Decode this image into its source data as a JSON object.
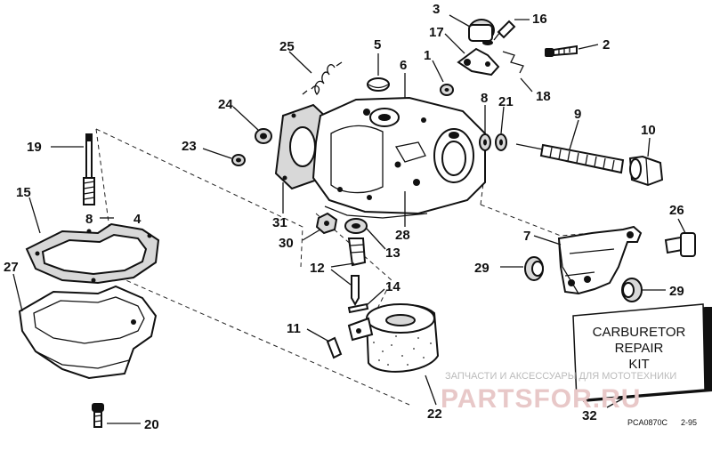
{
  "callouts": [
    "1",
    "2",
    "3",
    "4",
    "5",
    "6",
    "7",
    "8",
    "8",
    "9",
    "10",
    "11",
    "12",
    "13",
    "14",
    "15",
    "16",
    "17",
    "18",
    "19",
    "20",
    "21",
    "22",
    "23",
    "24",
    "25",
    "26",
    "27",
    "28",
    "29",
    "29",
    "30",
    "31",
    "32"
  ],
  "kit_box": {
    "line1": "CARBURETOR",
    "line2": "REPAIR",
    "line3": "KIT"
  },
  "figure_code": "PCA0870C",
  "figure_date": "2-95",
  "watermark": {
    "text_small": "ЗАПЧАСТИ И АКСЕССУАРЫ ДЛЯ МОТОТЕХНИКИ",
    "text_big": "PARTSFOR.RU"
  }
}
